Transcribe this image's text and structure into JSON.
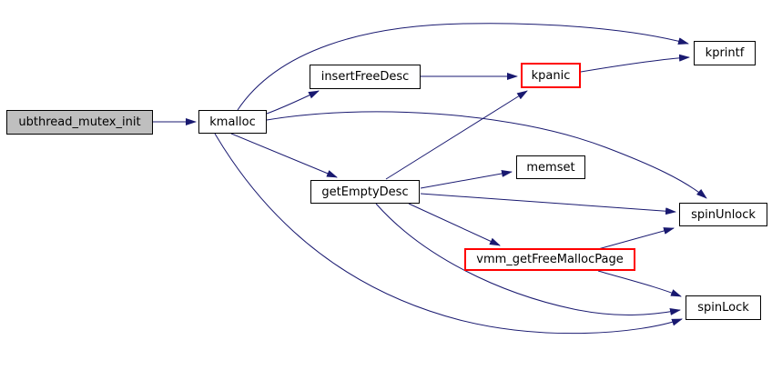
{
  "diagram": {
    "type": "doxygen-call-graph",
    "root_function": "ubthread_mutex_init",
    "colors": {
      "background": "#ffffff",
      "edge": "#191970",
      "node_border": "#000000",
      "truncated_node_border": "#ff0000",
      "root_node_fill": "#bfbfbf",
      "node_fill": "#ffffff",
      "text": "#000000"
    },
    "nodes": [
      {
        "id": "ubthread_mutex_init",
        "label": "ubthread_mutex_init",
        "style": "root"
      },
      {
        "id": "kmalloc",
        "label": "kmalloc",
        "style": "normal"
      },
      {
        "id": "insertFreeDesc",
        "label": "insertFreeDesc",
        "style": "normal"
      },
      {
        "id": "kpanic",
        "label": "kpanic",
        "style": "truncated"
      },
      {
        "id": "kprintf",
        "label": "kprintf",
        "style": "normal"
      },
      {
        "id": "getEmptyDesc",
        "label": "getEmptyDesc",
        "style": "normal"
      },
      {
        "id": "memset",
        "label": "memset",
        "style": "normal"
      },
      {
        "id": "spinUnlock",
        "label": "spinUnlock",
        "style": "normal"
      },
      {
        "id": "vmm_getFreeMallocPage",
        "label": "vmm_getFreeMallocPage",
        "style": "truncated"
      },
      {
        "id": "spinLock",
        "label": "spinLock",
        "style": "normal"
      }
    ],
    "edges": [
      {
        "from": "ubthread_mutex_init",
        "to": "kmalloc"
      },
      {
        "from": "kmalloc",
        "to": "kprintf"
      },
      {
        "from": "kmalloc",
        "to": "insertFreeDesc"
      },
      {
        "from": "kmalloc",
        "to": "getEmptyDesc"
      },
      {
        "from": "kmalloc",
        "to": "spinUnlock"
      },
      {
        "from": "kmalloc",
        "to": "spinLock"
      },
      {
        "from": "insertFreeDesc",
        "to": "kpanic"
      },
      {
        "from": "kpanic",
        "to": "kprintf"
      },
      {
        "from": "getEmptyDesc",
        "to": "kpanic"
      },
      {
        "from": "getEmptyDesc",
        "to": "memset"
      },
      {
        "from": "getEmptyDesc",
        "to": "spinUnlock"
      },
      {
        "from": "getEmptyDesc",
        "to": "vmm_getFreeMallocPage"
      },
      {
        "from": "getEmptyDesc",
        "to": "spinLock"
      },
      {
        "from": "vmm_getFreeMallocPage",
        "to": "spinUnlock"
      },
      {
        "from": "vmm_getFreeMallocPage",
        "to": "spinLock"
      }
    ]
  }
}
